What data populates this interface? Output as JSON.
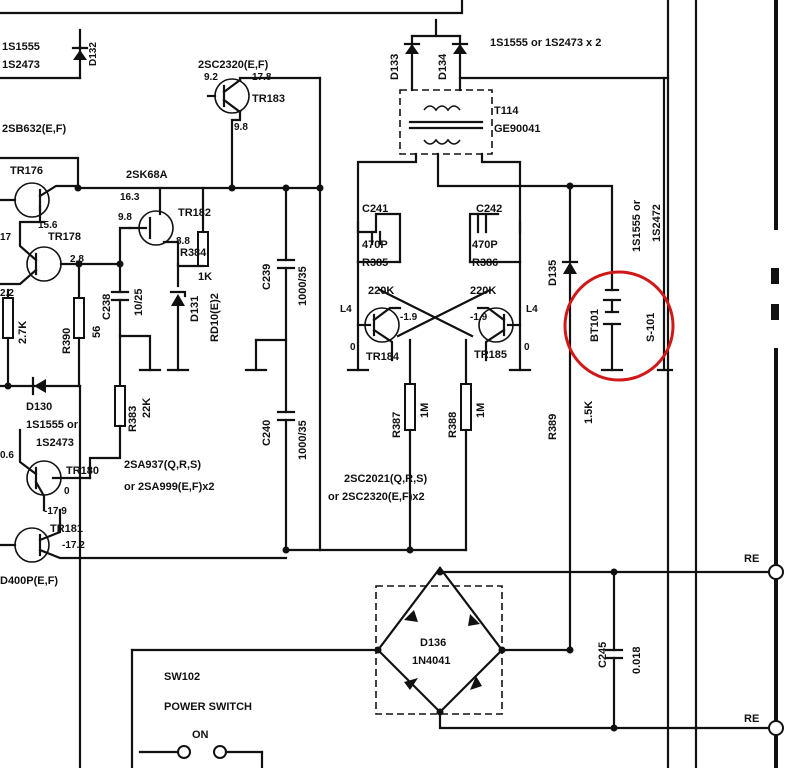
{
  "labels": {
    "top_left_diode": "1S1555",
    "top_left_diode_alt": "1S2473",
    "d132": "D132",
    "tr183_type": "2SC2320(E,F)",
    "tr183": "TR183",
    "v_9_2": "9.2",
    "v_17_8": "17.8",
    "v_9_8": "9.8",
    "tr177_type": "2SB632(E,F)",
    "tr176": "TR176",
    "v_15_6": "15.6",
    "tr178": "TR178",
    "v_2_8": "2.8",
    "v_17": "17",
    "v_2_2": "2.2",
    "r_2_7k": "2.7K",
    "r390": "R390",
    "r_56": "56",
    "tr182_type": "2SK68A",
    "v_16_3": "16.3",
    "tr182": "TR182",
    "v_9_8b": "9.8",
    "v_8_8": "8.8",
    "r384": "R384",
    "r384_val": "1K",
    "c238": "C238",
    "c238_val": "10/25",
    "d131": "D131",
    "d131_type": "RD10(E)2",
    "c239": "C239",
    "c239_val": "1000/35",
    "c240": "C240",
    "c240_val": "1000/35",
    "d130": "D130",
    "d130_type": "1S1555 or",
    "d130_type2": "1S2473",
    "r383": "R383",
    "r383_val": "22K",
    "v_0_6": "0.6",
    "tr180": "TR180",
    "tr180_type": "2SA937(Q,R,S)",
    "tr180_type2": "or 2SA999(E,F)x2",
    "v_0": "0",
    "v_m17_9": "-17.9",
    "tr181": "TR181",
    "v_m17_2": "-17.2",
    "tr181_type": "D400P(E,F)",
    "d133": "D133",
    "d134": "D134",
    "d133_134_type": "1S1555 or 1S2473 x 2",
    "t114": "T114",
    "t114_type": "GE90041",
    "c241": "C241",
    "c241_val": "470P",
    "c242": "C242",
    "c242_val": "470P",
    "r385": "R385",
    "r385_val": "220K",
    "r386": "R386",
    "r386_val": "220K",
    "l4a": "L4",
    "l4b": "L4",
    "v_m1_9a": "-1.9",
    "v_m1_9b": "-1.9",
    "tr184": "TR184",
    "tr185": "TR185",
    "v_0a": "0",
    "v_0b": "0",
    "r387": "R387",
    "r387_val": "1M",
    "r388": "R388",
    "r388_val": "1M",
    "tr_pair_type": "2SC2021(Q,R,S)",
    "tr_pair_type2": "or 2SC2320(E,F)x2",
    "d135": "D135",
    "d135_type": "1S1555 or",
    "d135_type2": "1S2472",
    "bt101": "BT101",
    "s101": "S-101",
    "r389": "R389",
    "r389_val": "1.5K",
    "d136": "D136",
    "d136_type": "1N4041",
    "c245": "C245",
    "c245_val": "0.018",
    "sw102": "SW102",
    "sw102_name": "POWER SWITCH",
    "sw_on": "ON",
    "re_top": "RE",
    "re_bottom": "RE"
  },
  "highlight_color": "#d01818"
}
